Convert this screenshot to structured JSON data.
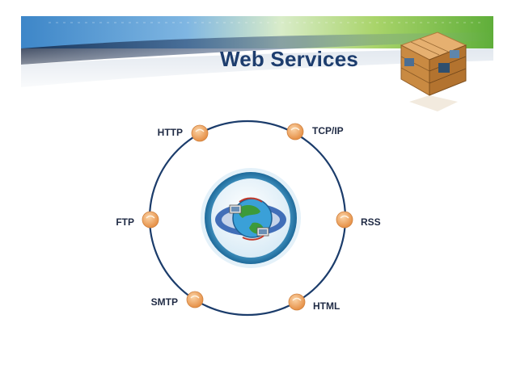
{
  "slide": {
    "title": "Web Services"
  },
  "diagram": {
    "ring_color": "#1b3c6b",
    "node_color": "#f0a15c",
    "nodes": [
      {
        "label": "HTTP"
      },
      {
        "label": "TCP/IP"
      },
      {
        "label": "RSS"
      },
      {
        "label": "HTML"
      },
      {
        "label": "SMTP"
      },
      {
        "label": "FTP"
      }
    ],
    "center_icon": "globe-with-computers-icon"
  }
}
